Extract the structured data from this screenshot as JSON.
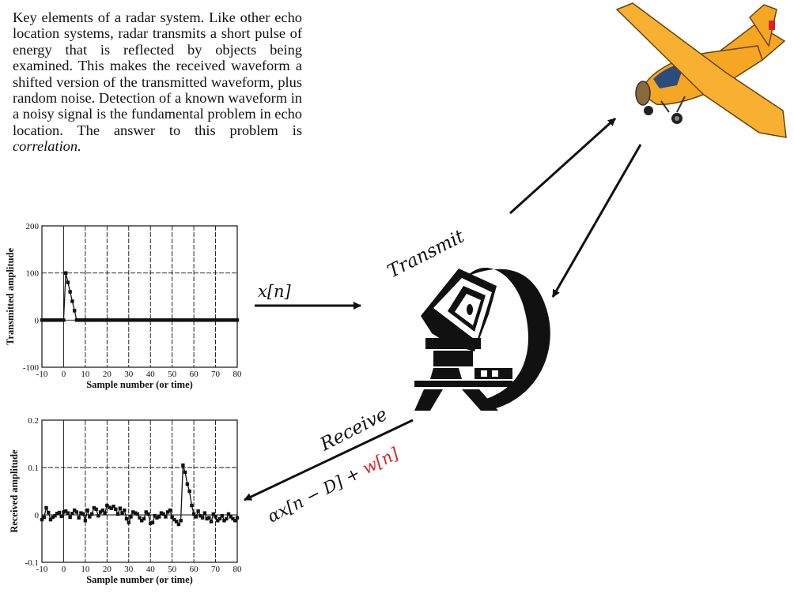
{
  "caption": {
    "text": "Key elements of a radar system. Like other echo location systems, radar transmits a short pulse of energy that is reflected by objects being examined.  This makes the received waveform a shifted version of the transmitted waveform, plus random noise. Detection of a known waveform in a noisy signal is the fundamental problem in echo location. The answer to this problem is",
    "emphasis": "correlation."
  },
  "labels": {
    "transmit": "Transmit",
    "receive": "Receive",
    "tx_signal": "x[n]",
    "rx_signal_main": "αx[n − D] + ",
    "rx_noise": "w[n]"
  },
  "colors": {
    "noise": "#d62424",
    "plane_body": "#f5a623",
    "ink": "#111111"
  },
  "icons": [
    "airplane-icon",
    "radar-dish-icon"
  ],
  "chart_data": [
    {
      "type": "line",
      "xlabel": "Sample number (or time)",
      "ylabel": "Transmitted amplitude",
      "xlim": [
        -10,
        80
      ],
      "ylim": [
        -100,
        200
      ],
      "xticks": [
        "-10",
        "0",
        "10",
        "20",
        "30",
        "40",
        "50",
        "60",
        "70",
        "80"
      ],
      "yticks": [
        "-100",
        "0",
        "100",
        "200"
      ],
      "grid": true,
      "series": [
        {
          "x": [
            -10,
            -9,
            -8,
            -7,
            -6,
            -5,
            -4,
            -3,
            -2,
            -1,
            0,
            1,
            2,
            3,
            4,
            5,
            6,
            7,
            8,
            9,
            10,
            11,
            12,
            13,
            14,
            15,
            16,
            17,
            18,
            19,
            20,
            21,
            22,
            23,
            24,
            25,
            26,
            27,
            28,
            29,
            30,
            31,
            32,
            33,
            34,
            35,
            36,
            37,
            38,
            39,
            40,
            41,
            42,
            43,
            44,
            45,
            46,
            47,
            48,
            49,
            50,
            51,
            52,
            53,
            54,
            55,
            56,
            57,
            58,
            59,
            60,
            61,
            62,
            63,
            64,
            65,
            66,
            67,
            68,
            69,
            70,
            71,
            72,
            73,
            74,
            75,
            76,
            77,
            78,
            79,
            80
          ],
          "y": [
            0,
            0,
            0,
            0,
            0,
            0,
            0,
            0,
            0,
            0,
            0,
            100,
            80,
            60,
            40,
            20,
            0,
            0,
            0,
            0,
            0,
            0,
            0,
            0,
            0,
            0,
            0,
            0,
            0,
            0,
            0,
            0,
            0,
            0,
            0,
            0,
            0,
            0,
            0,
            0,
            0,
            0,
            0,
            0,
            0,
            0,
            0,
            0,
            0,
            0,
            0,
            0,
            0,
            0,
            0,
            0,
            0,
            0,
            0,
            0,
            0,
            0,
            0,
            0,
            0,
            0,
            0,
            0,
            0,
            0,
            0,
            0,
            0,
            0,
            0,
            0,
            0,
            0,
            0,
            0,
            0,
            0,
            0,
            0,
            0,
            0,
            0,
            0,
            0,
            0,
            0
          ]
        }
      ]
    },
    {
      "type": "line",
      "xlabel": "Sample number (or time)",
      "ylabel": "Received amplitude",
      "xlim": [
        -10,
        80
      ],
      "ylim": [
        -0.1,
        0.2
      ],
      "xticks": [
        "-10",
        "0",
        "10",
        "20",
        "30",
        "40",
        "50",
        "60",
        "70",
        "80"
      ],
      "yticks": [
        "-0.1",
        "0",
        "0.1",
        "0.2"
      ],
      "grid": true,
      "series": [
        {
          "x": [
            -10,
            -9,
            -8,
            -7,
            -6,
            -5,
            -4,
            -3,
            -2,
            -1,
            0,
            1,
            2,
            3,
            4,
            5,
            6,
            7,
            8,
            9,
            10,
            11,
            12,
            13,
            14,
            15,
            16,
            17,
            18,
            19,
            20,
            21,
            22,
            23,
            24,
            25,
            26,
            27,
            28,
            29,
            30,
            31,
            32,
            33,
            34,
            35,
            36,
            37,
            38,
            39,
            40,
            41,
            42,
            43,
            44,
            45,
            46,
            47,
            48,
            49,
            50,
            51,
            52,
            53,
            54,
            55,
            56,
            57,
            58,
            59,
            60,
            61,
            62,
            63,
            64,
            65,
            66,
            67,
            68,
            69,
            70,
            71,
            72,
            73,
            74,
            75,
            76,
            77,
            78,
            79,
            80
          ],
          "y": [
            -0.01,
            -0.005,
            0.015,
            0.005,
            -0.01,
            -0.005,
            -0.002,
            0.003,
            0.005,
            -0.003,
            0.006,
            0.008,
            0.004,
            -0.005,
            0.003,
            0.01,
            0.006,
            -0.006,
            0.004,
            0.002,
            -0.012,
            0.01,
            -0.004,
            0.002,
            0.015,
            0.012,
            -0.002,
            0.006,
            0.01,
            0.004,
            0.02,
            0.016,
            0.014,
            0.018,
            0.012,
            0.002,
            0.014,
            0.004,
            0.01,
            -0.008,
            -0.016,
            -0.004,
            0.006,
            0.004,
            0.002,
            -0.006,
            -0.012,
            -0.008,
            0.006,
            0.002,
            -0.018,
            -0.016,
            -0.002,
            -0.006,
            -0.004,
            0.004,
            0.002,
            -0.004,
            0.006,
            0.01,
            -0.005,
            -0.01,
            -0.014,
            -0.02,
            -0.012,
            0.105,
            0.09,
            0.065,
            0.05,
            0.02,
            0.002,
            -0.004,
            0.008,
            -0.002,
            -0.006,
            0.004,
            -0.008,
            -0.006,
            -0.014,
            0.002,
            -0.004,
            -0.012,
            -0.008,
            -0.002,
            -0.012,
            -0.008,
            0.002,
            -0.004,
            -0.008,
            -0.012,
            -0.006
          ]
        }
      ]
    }
  ]
}
